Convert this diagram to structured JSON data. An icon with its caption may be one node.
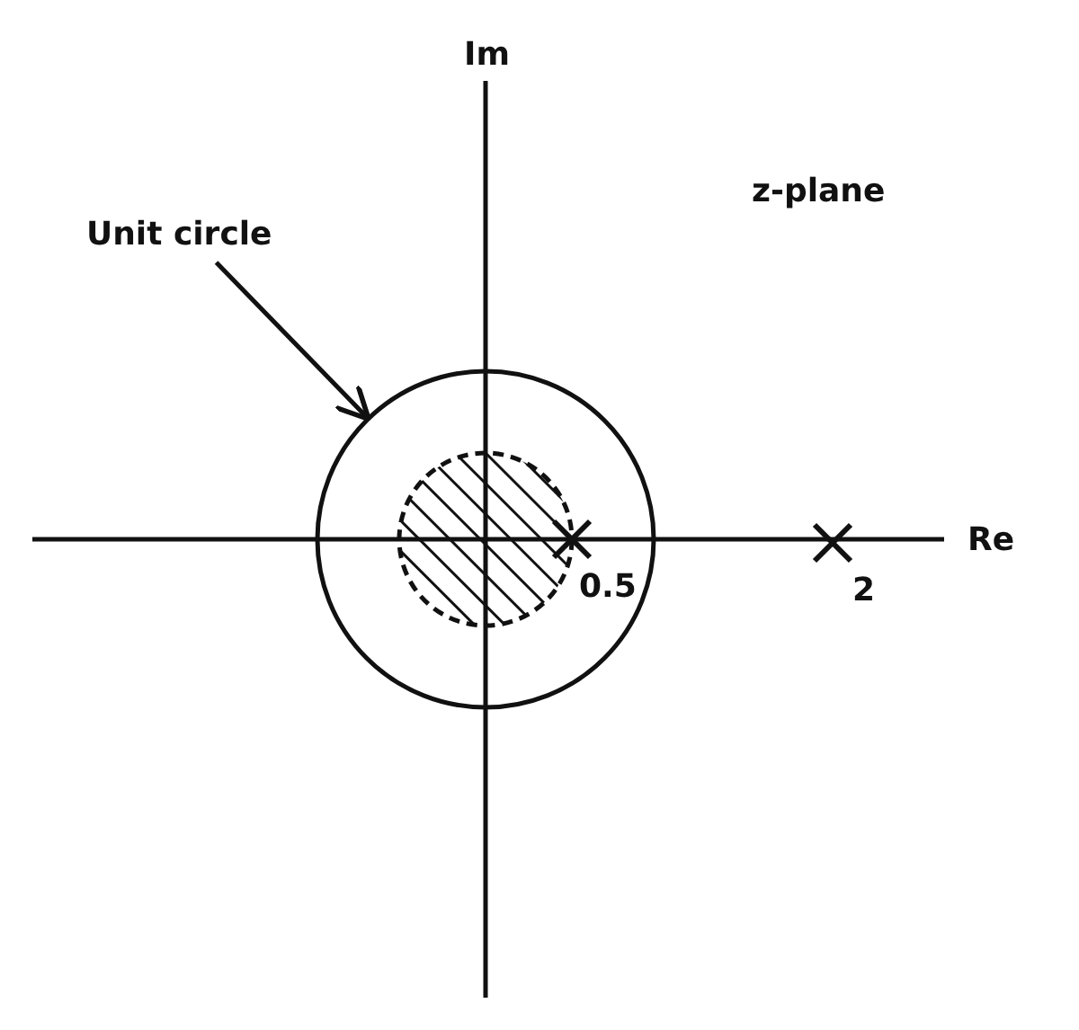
{
  "diagram": {
    "nodes": [
      {
        "text": [
          "Unit circle"
        ]
      },
      {
        "text": [],
        "shape": "circle"
      }
    ],
    "edges": [
      {
        "from": 0,
        "to": 1,
        "arrow": "to"
      }
    ],
    "labels": [
      "Im",
      "z-plane",
      "Re",
      "0.5",
      "2"
    ]
  }
}
